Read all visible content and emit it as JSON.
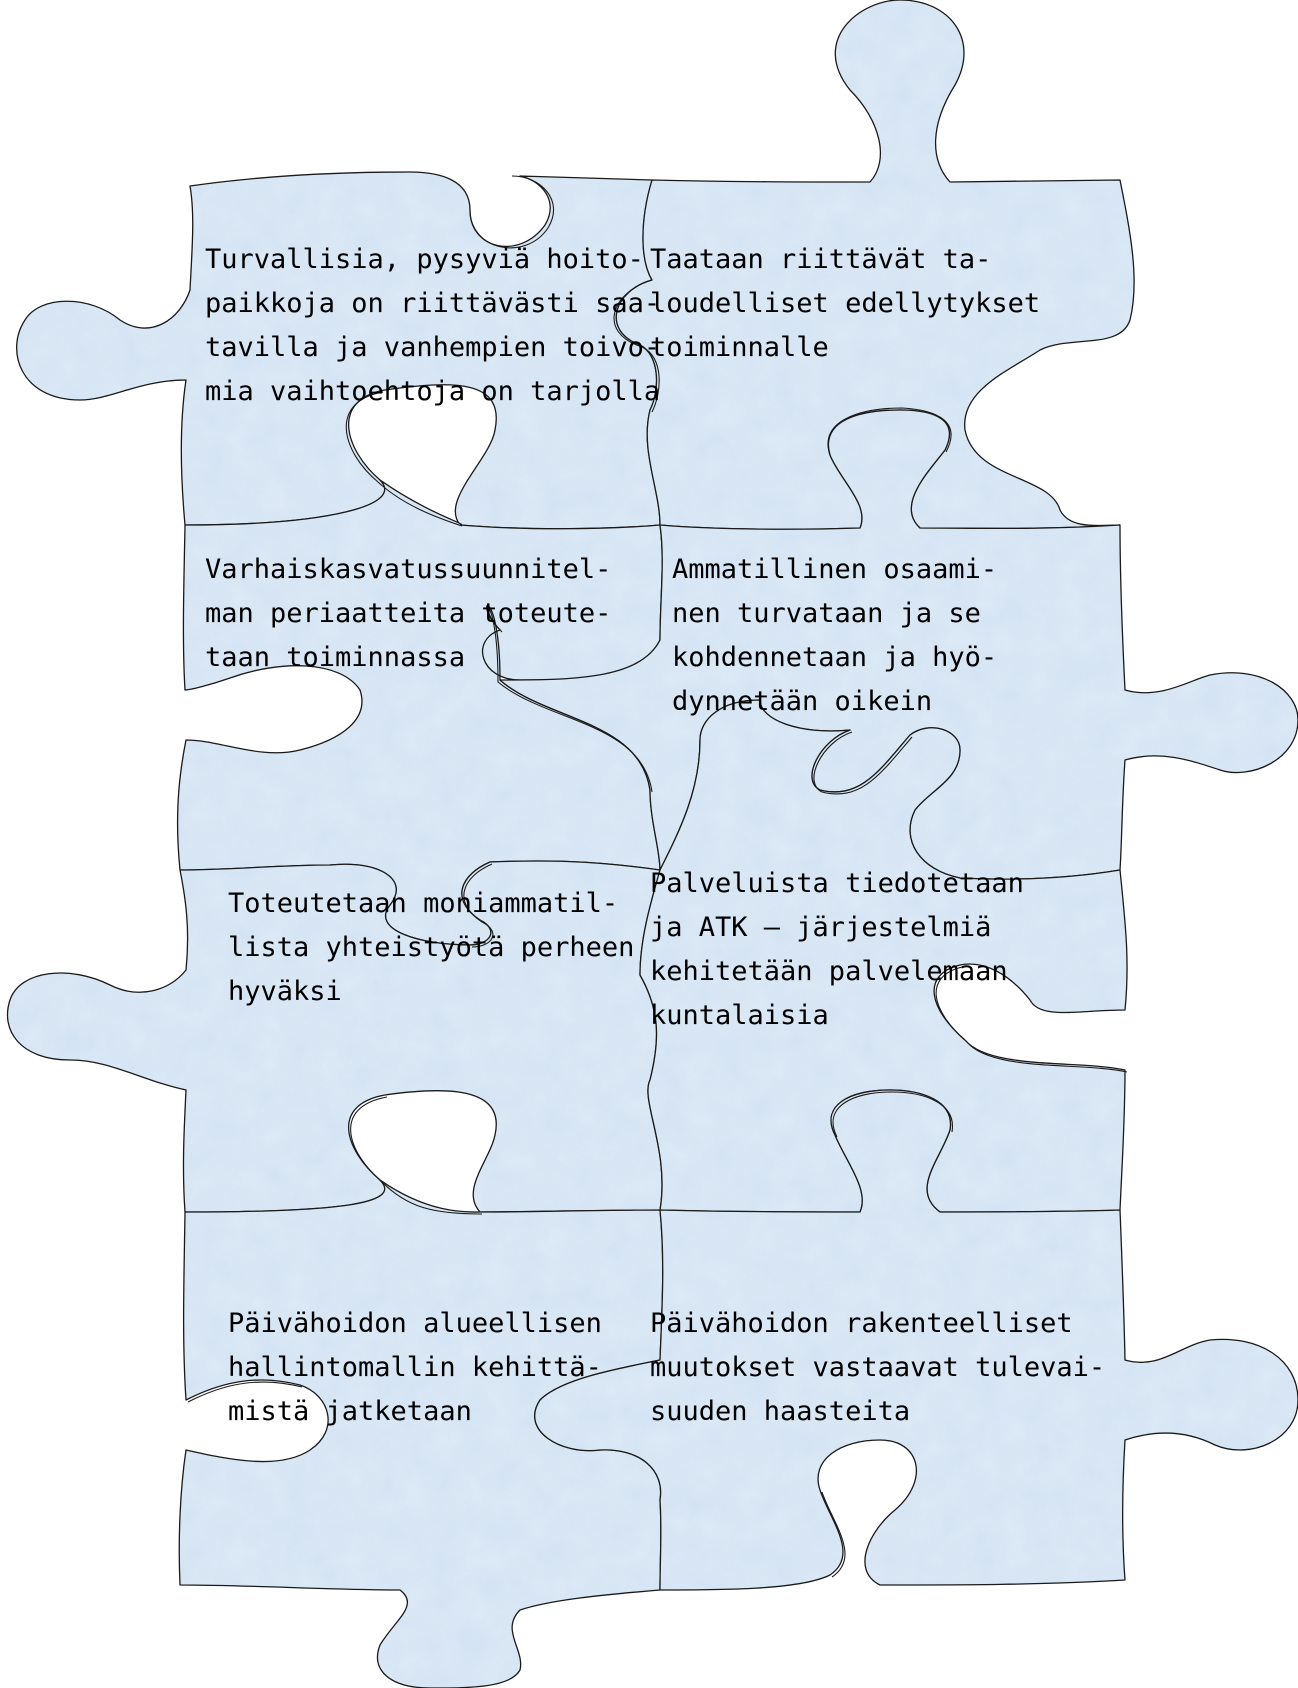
{
  "colors": {
    "piece_fill": "#d6e6f5",
    "piece_fill_light": "#e4eef9",
    "outline": "#1a1a1a",
    "text": "#000000"
  },
  "pieces": [
    {
      "name": "piece-1",
      "lines": [
        "Turvallisia, pysyviä hoito-",
        "paikkoja on riittävästi saa-",
        "tavilla ja vanhempien toivo-",
        "mia vaihtoehtoja on tarjolla"
      ]
    },
    {
      "name": "piece-2",
      "lines": [
        "Taataan riittävät ta-",
        "loudelliset edellytykset",
        "toiminnalle"
      ]
    },
    {
      "name": "piece-3",
      "lines": [
        "Varhaiskasvatussuunnitel-",
        "man periaatteita toteute-",
        "taan toiminnassa"
      ]
    },
    {
      "name": "piece-4",
      "lines": [
        "Ammatillinen osaami-",
        "nen turvataan ja se",
        "kohdennetaan ja hyö-",
        "dynnetään oikein"
      ]
    },
    {
      "name": "piece-5",
      "lines": [
        "Toteutetaan moniammatil-",
        "lista yhteistyötä perheen",
        "hyväksi"
      ]
    },
    {
      "name": "piece-6",
      "lines": [
        "Palveluista tiedotetaan",
        "ja ATK – järjestelmiä",
        "kehitetään palvelemaan",
        "kuntalaisia"
      ]
    },
    {
      "name": "piece-7",
      "lines": [
        "Päivähoidon alueellisen",
        "hallintomallin kehittä-",
        "mistä jatketaan"
      ]
    },
    {
      "name": "piece-8",
      "lines": [
        "Päivähoidon rakenteelliset",
        "muutokset vastaavat tulevai-",
        "suuden haasteita"
      ]
    }
  ]
}
